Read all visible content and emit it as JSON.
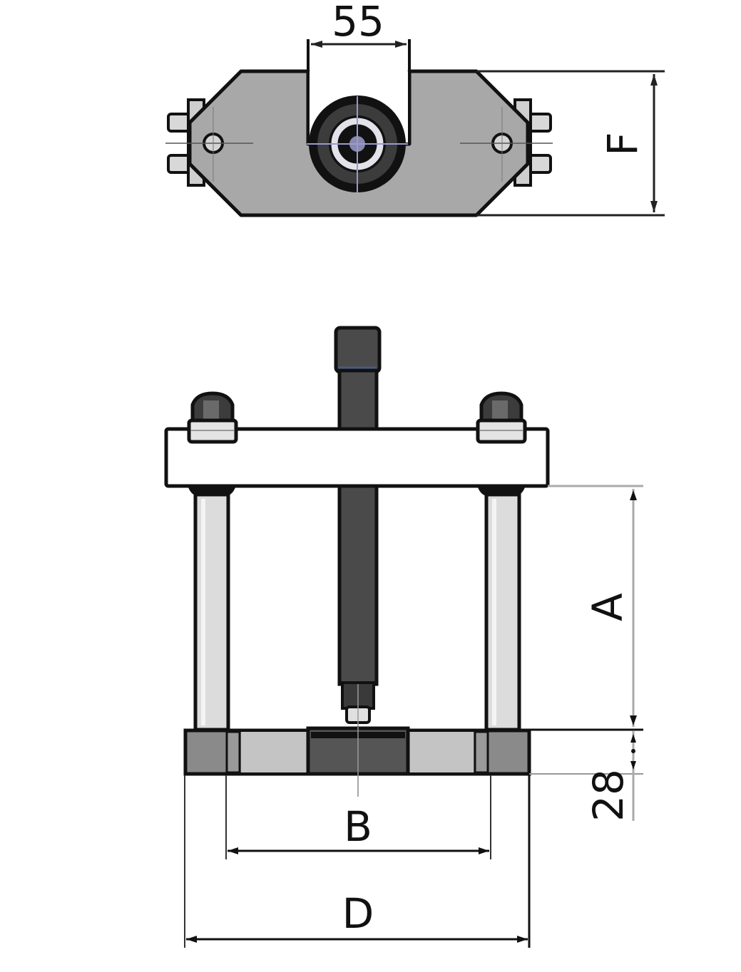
{
  "diagram": {
    "type": "technical-drawing",
    "subject": "puller / press tool with crossbar, two tie rods, center spindle and base plate",
    "views": {
      "top_view": {
        "label": "top view",
        "dimensions": {
          "slot_width": "55",
          "height": "F"
        }
      },
      "front_view": {
        "label": "front view",
        "dimensions": {
          "stroke": "A",
          "base_thickness": "28",
          "rod_spacing": "B",
          "base_width": "D"
        }
      }
    },
    "colors": {
      "plate_fill": "#a8a8a8",
      "outline": "#111111",
      "spindle": "#4a4a4a",
      "rod": "#dcdcdc",
      "base_dark": "#8a8a8a",
      "base_light": "#c4c4c4",
      "base_center": "#555555",
      "centerline": "#7a7aa8",
      "dimension_line": "#333333"
    }
  }
}
